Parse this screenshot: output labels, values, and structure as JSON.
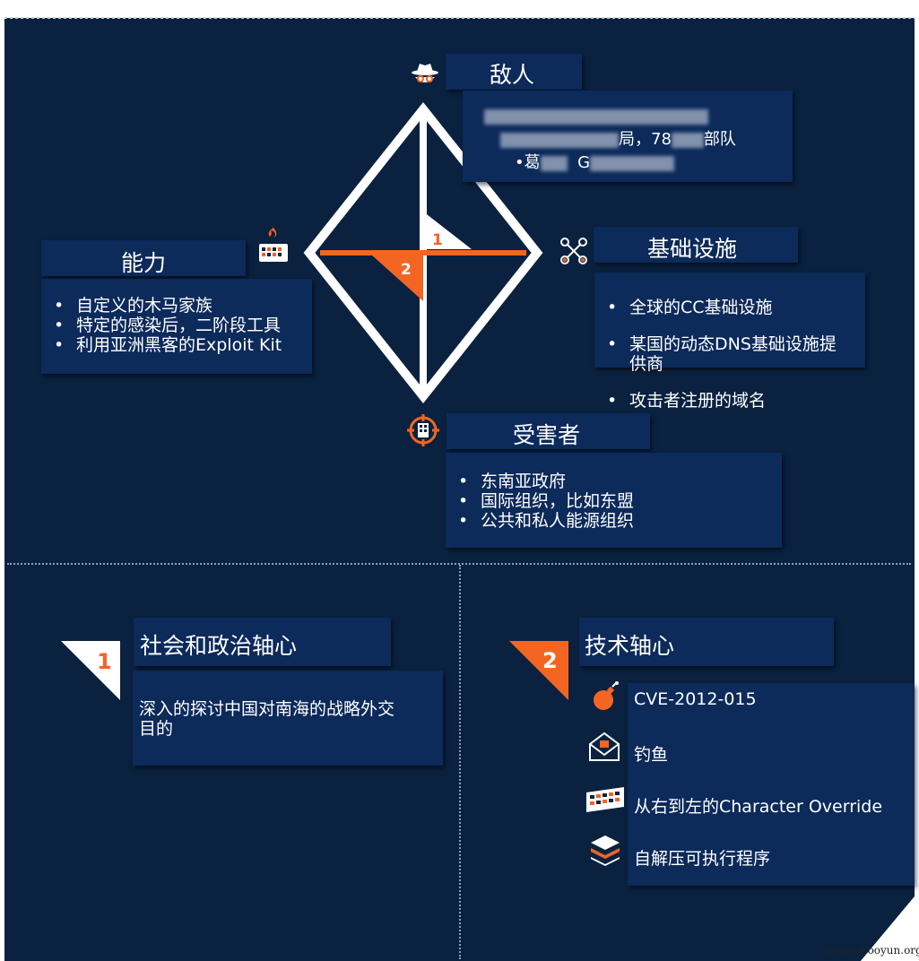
{
  "adversary": {
    "title": "敌人",
    "line2_visible": "局，78",
    "line2_tail": "部队",
    "line3_prefix": "•葛",
    "line3_mid": "G"
  },
  "capability": {
    "title": "能力",
    "items": [
      "自定义的木马家族",
      "特定的感染后，二阶段工具",
      "利用亚洲黑客的Exploit Kit"
    ]
  },
  "infrastructure": {
    "title": "基础设施",
    "items": [
      "全球的CC基础设施",
      "某国的动态DNS基础设施提\n供商",
      "攻击者注册的域名"
    ]
  },
  "victim": {
    "title": "受害者",
    "items": [
      "东南亚政府",
      "国际组织，比如东盟",
      "公共和私人能源组织"
    ]
  },
  "diamond_badges": {
    "one": "1",
    "two": "2"
  },
  "social_axis": {
    "number": "1",
    "title": "社会和政治轴心",
    "body": "深入的探讨中国对南海的战略外交\n目的"
  },
  "tech_axis": {
    "number": "2",
    "title": "技术轴心",
    "items": [
      {
        "icon": "bomb-icon",
        "label": "CVE-2012-015"
      },
      {
        "icon": "envelope-icon",
        "label": "钓鱼"
      },
      {
        "icon": "keyboard-icon",
        "label": "从右到左的Character Override"
      },
      {
        "icon": "layers-icon",
        "label": "自解压可执行程序"
      }
    ]
  },
  "watermark": "drops.wooyun.org",
  "colors": {
    "background": "#0a2240",
    "box": "#0c2a5a",
    "accent": "#f26522",
    "diamond": "#ffffff"
  }
}
